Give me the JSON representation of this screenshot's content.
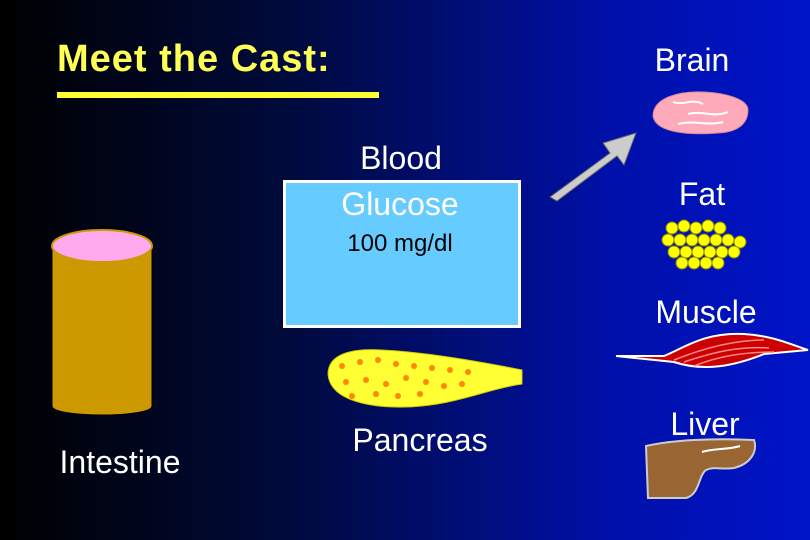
{
  "slide": {
    "title": "Meet the Cast:",
    "blood_glucose": {
      "line1": "Blood",
      "line2": "Glucose",
      "concentration": "100 mg/dl"
    },
    "organs": {
      "brain": "Brain",
      "fat": "Fat",
      "muscle": "Muscle",
      "liver": "Liver",
      "pancreas": "Pancreas",
      "intestine": "Intestine"
    }
  },
  "colors": {
    "title": "#ffff55",
    "glucose_box": "#66ccff",
    "intestine": "#cc9900",
    "intestine_top": "#ffaaee",
    "pancreas": "#ffff33",
    "fat": "#ffff00",
    "muscle": "#cc0000",
    "liver": "#996633",
    "brain": "#ffaabb"
  }
}
